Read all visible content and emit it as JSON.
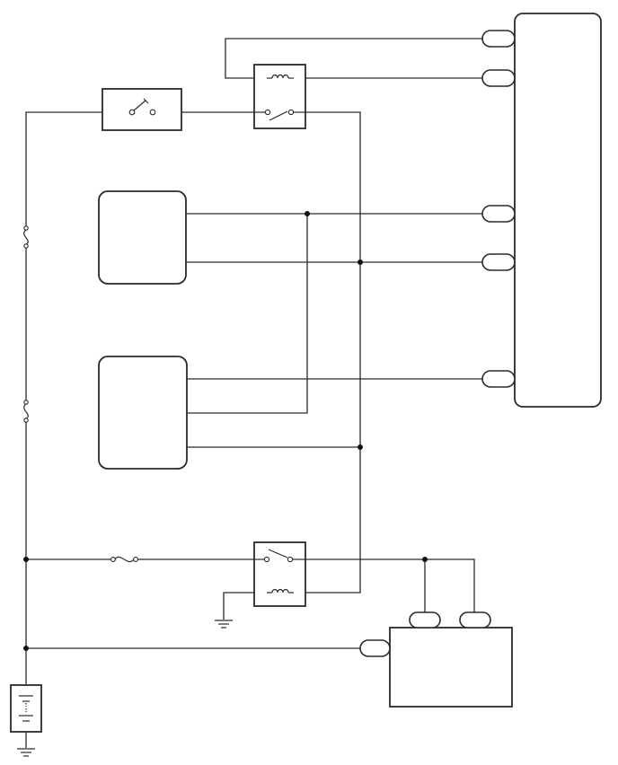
{
  "diagram": {
    "colors": {
      "line": "#2a2a2a",
      "junction": "#111111",
      "background": "#ffffff"
    },
    "components": [
      {
        "id": "battery",
        "symbol": "battery-icon"
      },
      {
        "id": "ground",
        "symbol": "ground-icon",
        "count": 2
      },
      {
        "id": "fuse",
        "symbol": "fuse-icon",
        "count": 3
      },
      {
        "id": "ignition-switch",
        "symbol": "switch-icon"
      },
      {
        "id": "relay",
        "symbol": "relay-icon",
        "count": 2
      },
      {
        "id": "control-unit",
        "symbol": "ecu-block"
      },
      {
        "id": "sensor-module",
        "symbol": "module-block",
        "count": 2
      },
      {
        "id": "actuator",
        "symbol": "actuator-block"
      }
    ],
    "control_unit_connector_pins": 5,
    "actuator_connector_pins": 3
  }
}
